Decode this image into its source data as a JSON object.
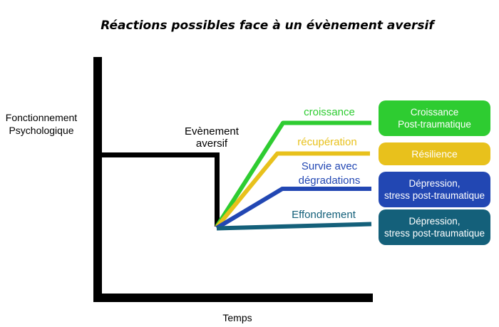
{
  "title": "Réactions possibles face à un évènement aversif",
  "y_axis_label_lines": [
    "Fonctionnement",
    "Psychologique"
  ],
  "x_axis_label": "Temps",
  "event_label": "Evènement aversif",
  "colors": {
    "axis": "#000000",
    "green": "#2ECC31",
    "yellow": "#E8C11C",
    "blue": "#2247B3",
    "teal": "#14607A"
  },
  "trajectories": [
    {
      "name": "croissance",
      "line_color": "#2ECC31",
      "label_lines": [
        "croissance"
      ],
      "outcome_lines": [
        "Croissance",
        "Post-traumatique"
      ],
      "outcome_color": "#2ECC31"
    },
    {
      "name": "recuperation",
      "line_color": "#E8C11C",
      "label_lines": [
        "récupération"
      ],
      "outcome_lines": [
        "Résilience"
      ],
      "outcome_color": "#E8C11C"
    },
    {
      "name": "survie-avec-degradations",
      "line_color": "#2247B3",
      "label_lines": [
        "Survie avec",
        "dégradations"
      ],
      "outcome_lines": [
        "Dépression,",
        "stress post-traumatique"
      ],
      "outcome_color": "#2247B3"
    },
    {
      "name": "effondrement",
      "line_color": "#14607A",
      "label_lines": [
        "Effondrement"
      ],
      "outcome_lines": [
        "Dépression,",
        "stress post-traumatique"
      ],
      "outcome_color": "#14607A"
    }
  ]
}
